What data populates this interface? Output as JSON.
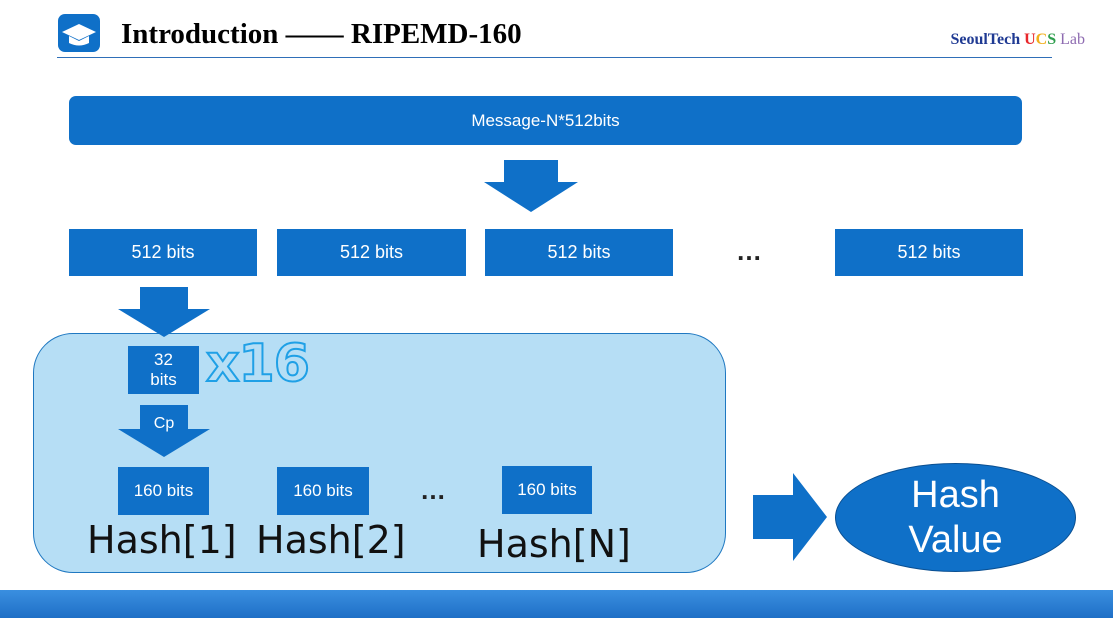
{
  "header": {
    "title": "Introduction —— RIPEMD-160",
    "lab_seoultech": "SeoulTech",
    "lab_u": "U",
    "lab_c": "C",
    "lab_s": "S",
    "lab_suffix": "Lab",
    "icon": "graduation-cap-icon"
  },
  "diagram": {
    "message": "Message-N*512bits",
    "blocks": [
      "512 bits",
      "512 bits",
      "512 bits",
      "512 bits"
    ],
    "blocks_ellipsis": "…",
    "word_line1": "32",
    "word_line2": "bits",
    "repeat": "x16",
    "compress_label": "Cp",
    "states": [
      "160 bits",
      "160 bits",
      "160 bits"
    ],
    "states_ellipsis": "…",
    "hash_labels": [
      "Hash[1]",
      "Hash[2]",
      "Hash[N]"
    ],
    "output_line1": "Hash",
    "output_line2": "Value"
  },
  "colors": {
    "primary": "#0f70c8",
    "container": "#b6def5",
    "outline": "#1fa0e6"
  }
}
